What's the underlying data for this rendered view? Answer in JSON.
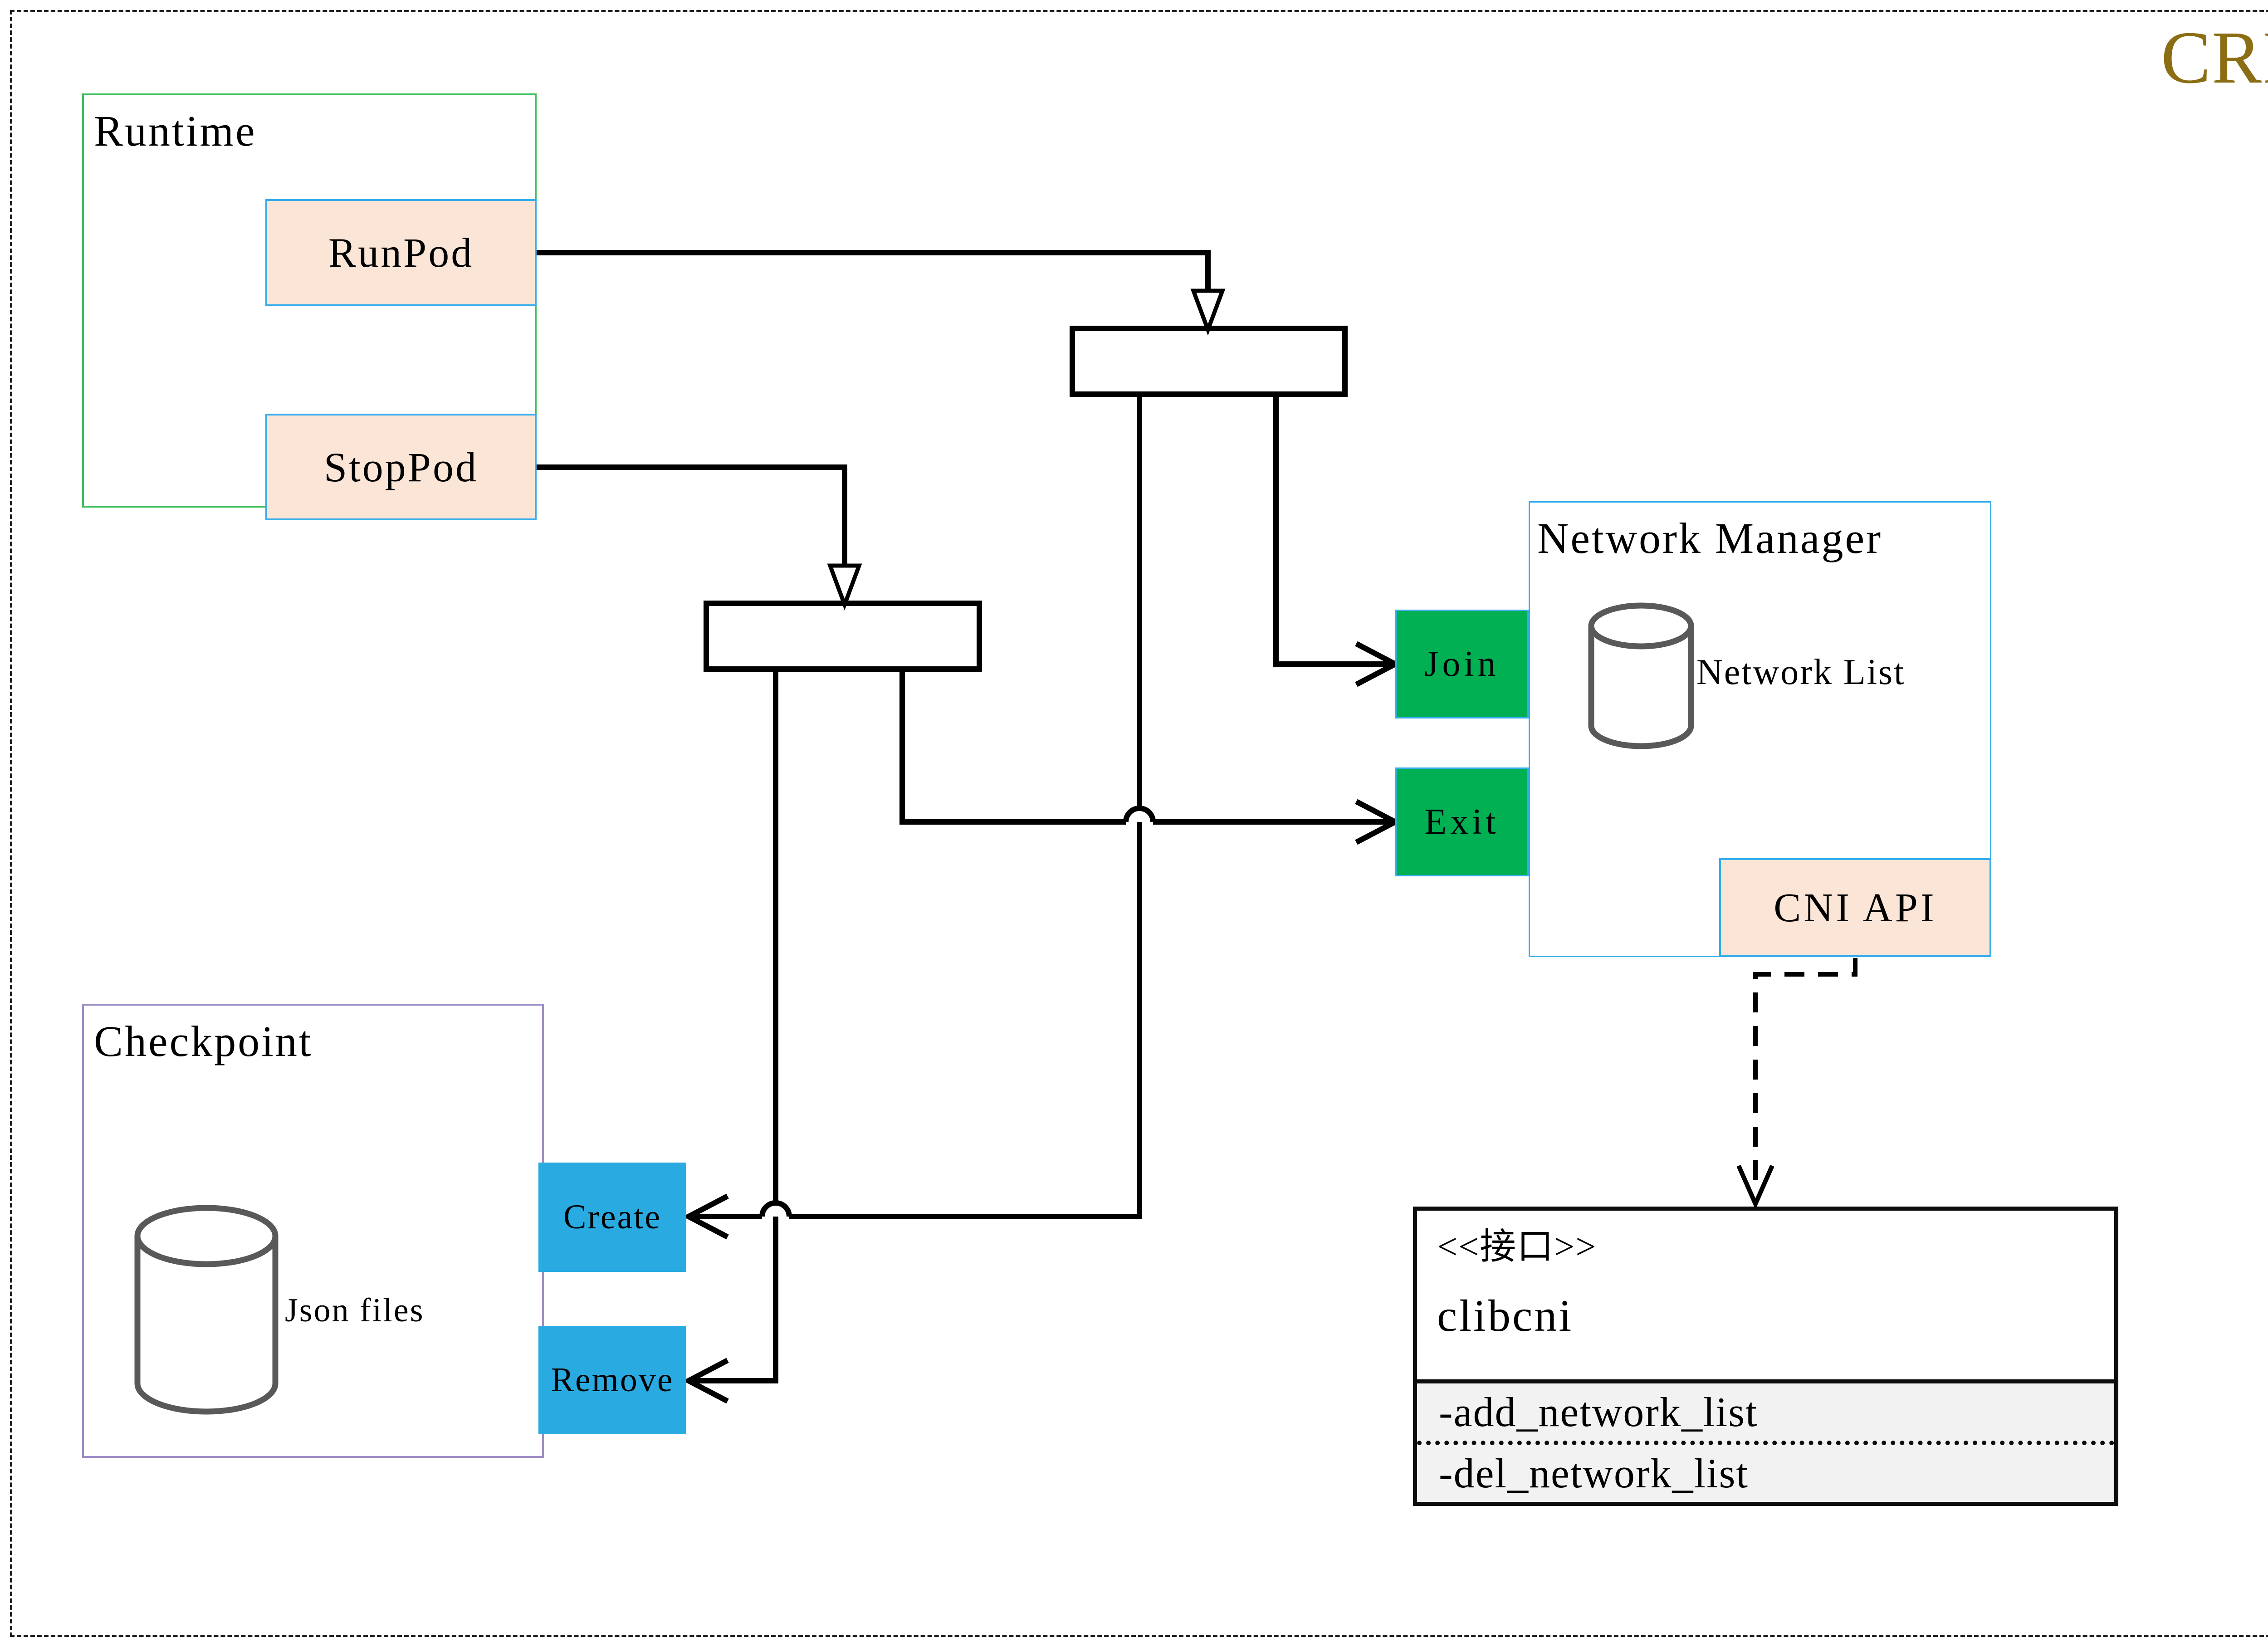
{
  "badge": {
    "label": "CRI"
  },
  "runtime": {
    "title": "Runtime",
    "runpod_label": "RunPod",
    "stoppod_label": "StopPod"
  },
  "checkpoint": {
    "title": "Checkpoint",
    "datastore_label": "Json files",
    "create_label": "Create",
    "remove_label": "Remove"
  },
  "network_manager": {
    "title": "Network Manager",
    "datastore_label": "Network List",
    "join_label": "Join",
    "exit_label": "Exit",
    "cni_api_label": "CNI API"
  },
  "clibcni": {
    "stereotype": "<<接口>>",
    "name": "clibcni",
    "methods": [
      "-add_network_list",
      "-del_network_list"
    ]
  },
  "colors": {
    "cri_gold": "#8B6D14",
    "runtime_green": "#3CBF5C",
    "checkpoint_purple": "#9E8EC5",
    "blue_border": "#35ACEC",
    "peach_fill": "#FBE5D6",
    "cyan_fill": "#29ABE2",
    "green_fill": "#00B052",
    "methods_gray": "#F2F2F2",
    "cylinder_gray": "#595959",
    "line_black": "#000000"
  }
}
